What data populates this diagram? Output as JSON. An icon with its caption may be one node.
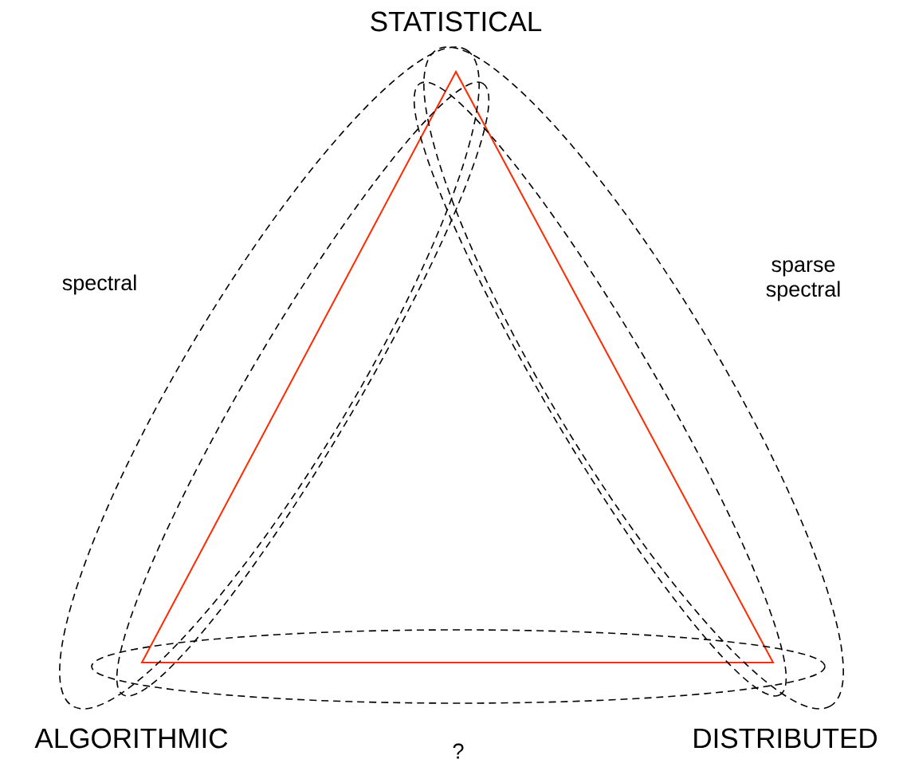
{
  "diagram": {
    "labels": [
      "STATISTICAL",
      "spectral",
      "sparse spectral",
      "ALGORITHMIC",
      "?",
      "DISTRIBUTED"
    ]
  }
}
